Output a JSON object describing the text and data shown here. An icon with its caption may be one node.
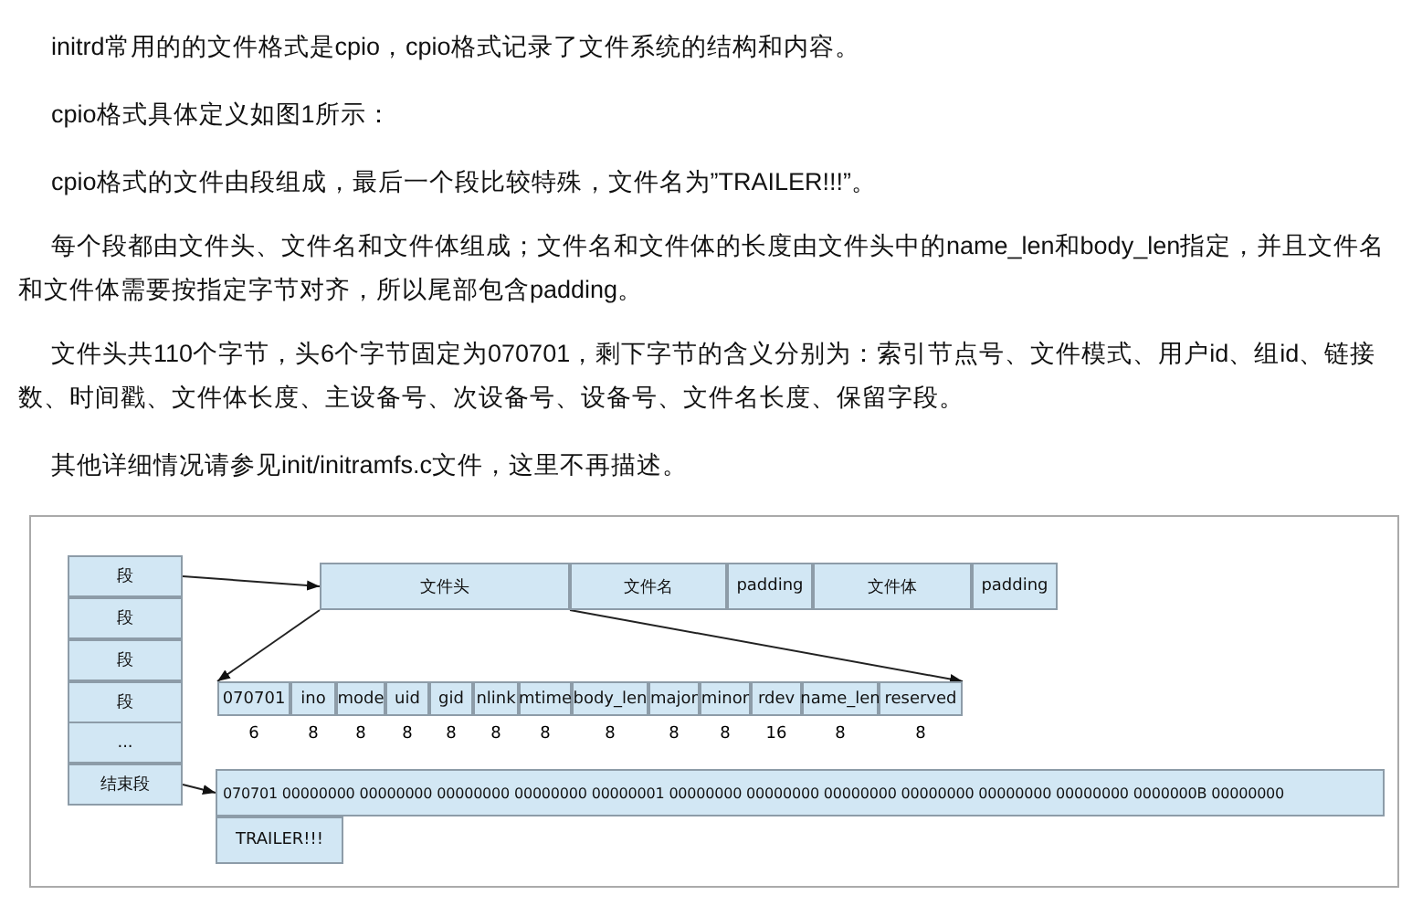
{
  "diagram": {
    "nodes": [
      {
        "text": [
          "段"
        ]
      },
      {
        "text": [
          "段"
        ]
      },
      {
        "text": [
          "段"
        ]
      },
      {
        "text": [
          "段"
        ]
      },
      {
        "text": [
          "..."
        ]
      },
      {
        "text": [
          "结束段"
        ]
      },
      {
        "text": [
          "文件头"
        ]
      },
      {
        "text": [
          "文件名"
        ]
      },
      {
        "text": [
          "padding"
        ]
      },
      {
        "text": [
          "文件体"
        ]
      },
      {
        "text": [
          "padding"
        ]
      },
      {
        "text": [
          "070701"
        ],
        "beside": [
          "6"
        ]
      },
      {
        "text": [
          "ino"
        ],
        "beside": [
          "8"
        ]
      },
      {
        "text": [
          "mode"
        ],
        "beside": [
          "8"
        ]
      },
      {
        "text": [
          "uid"
        ],
        "beside": [
          "8"
        ]
      },
      {
        "text": [
          "gid"
        ],
        "beside": [
          "8"
        ]
      },
      {
        "text": [
          "nlink"
        ],
        "beside": [
          "8"
        ]
      },
      {
        "text": [
          "mtime"
        ],
        "beside": [
          "8"
        ]
      },
      {
        "text": [
          "body_len"
        ],
        "beside": [
          "8"
        ]
      },
      {
        "text": [
          "major"
        ],
        "beside": [
          "8"
        ]
      },
      {
        "text": [
          "minor"
        ],
        "beside": [
          "8"
        ]
      },
      {
        "text": [
          "rdev"
        ],
        "beside": [
          "16"
        ]
      },
      {
        "text": [
          "name_len"
        ],
        "beside": [
          "8"
        ]
      },
      {
        "text": [
          "reserved"
        ],
        "beside": [
          "8"
        ]
      },
      {
        "text": [
          "070701 00000000 00000000 00000000 00000000 00000001 00000000 00000000 00000000 00000000 00000000 00000000 0000000B 00000000"
        ]
      },
      {
        "text": [
          "TRAILER!!!"
        ]
      }
    ],
    "edges": [
      {
        "from": 0,
        "to": 6,
        "arrow": "to"
      },
      {
        "from": 6,
        "to": 11,
        "arrow": "to"
      },
      {
        "from": 6,
        "to": 23,
        "arrow": "to"
      },
      {
        "from": 5,
        "to": 24,
        "arrow": "to"
      }
    ],
    "labels": [
      "initrd常用的的文件格式是cpio，cpio格式记录了文件系统的结构和内容。",
      "cpio格式具体定义如图1所示：",
      "cpio格式的文件由段组成，最后一个段比较特殊，文件名为”TRAILER!!!”。",
      "每个段都由文件头、文件名和文件体组成；文件名和文件体的长度由文件头中的name_len和body_len指定，并且文件名和文件体需要按指定字节对齐，所以尾部包含padding。",
      "文件头共110个字节，头6个字节固定为070701，剩下字节的含义分别为：索引节点号、文件模式、用户id、组id、链接数、时间戳、文件体长度、主设备号、次设备号、设备号、文件名长度、保留字段。",
      "其他详细情况请参见init/initramfs.c文件，这里不再描述。"
    ]
  }
}
